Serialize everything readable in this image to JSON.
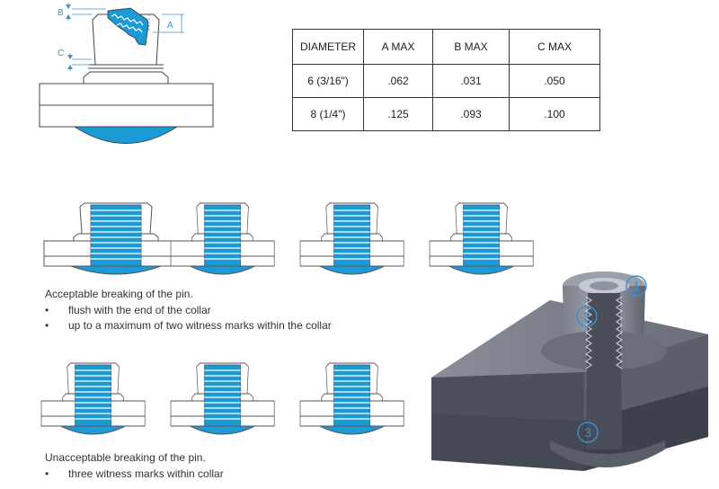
{
  "dimension_labels": {
    "a": "A",
    "b": "B",
    "c": "C"
  },
  "spec_table": {
    "headers": [
      "DIAMETER",
      "A MAX",
      "B MAX",
      "C MAX"
    ],
    "rows": [
      [
        "6 (3/16\")",
        ".062",
        ".031",
        ".050"
      ],
      [
        "8 (1/4\")",
        ".125",
        ".093",
        ".100"
      ]
    ]
  },
  "acceptable": {
    "caption": "Acceptable breaking of the pin.",
    "bullets": [
      "flush with the end of the collar",
      "up to a maximum of two witness marks within the collar"
    ]
  },
  "unacceptable": {
    "caption": "Unacceptable breaking of the pin.",
    "bullets": [
      "three witness marks within collar"
    ]
  },
  "callouts": [
    "1",
    "2",
    "3"
  ],
  "colors": {
    "pin_blue": "#1c9ad6",
    "outline": "#555555",
    "plate_dark": "#5b5f6a",
    "callout": "#3a8fd0"
  }
}
